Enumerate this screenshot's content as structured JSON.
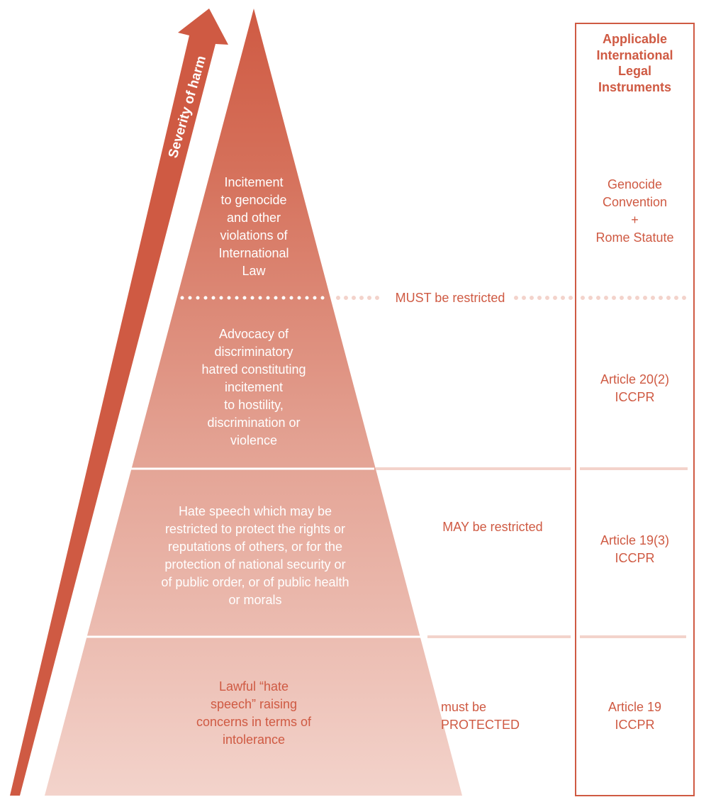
{
  "arrow": {
    "label": "Severity of harm"
  },
  "pyramid": {
    "levels": [
      {
        "text": "Incitement\nto genocide\nand other\nviolations of\nInternational\nLaw"
      },
      {
        "text": "Advocacy of\ndiscriminatory\nhatred constituting\nincitement\nto hostility,\ndiscrimination or\nviolence"
      },
      {
        "text": "Hate speech which may be\nrestricted to protect the rights or\nreputations of others, or for the\nprotection of national security or\nof public order, or of public health\nor morals"
      },
      {
        "text": "Lawful “hate\nspeech” raising\nconcerns in terms of\nintolerance"
      }
    ]
  },
  "thresholds": {
    "must": "MUST be restricted",
    "may": "MAY be restricted",
    "protected": "must be\nPROTECTED"
  },
  "instruments": {
    "header": "Applicable\nInternational\nLegal\nInstruments",
    "items": [
      "Genocide\nConvention\n+\nRome Statute",
      "Article 20(2)\nICCPR",
      "Article 19(3)\nICCPR",
      "Article 19\nICCPR"
    ]
  },
  "colors": {
    "accent": "#cf5a43",
    "light": "#f3d3cb"
  }
}
